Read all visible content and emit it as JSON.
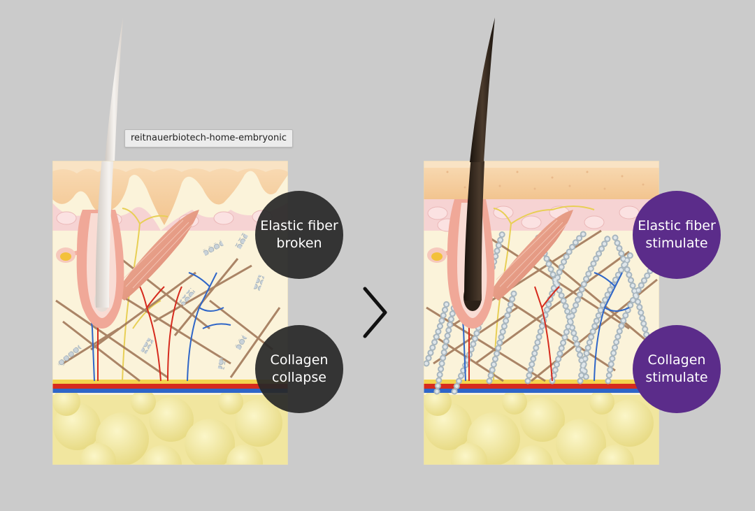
{
  "tooltip": {
    "text": "reitnauerbiotech-home-embryonic"
  },
  "before": {
    "elastic_line1": "Elastic fiber",
    "elastic_line2": "broken",
    "collagen_line1": "Collagen",
    "collagen_line2": "collapse"
  },
  "after": {
    "elastic_line1": "Elastic fiber",
    "elastic_line2": "stimulate",
    "collagen_line1": "Collagen",
    "collagen_line2": "stimulate"
  },
  "colors": {
    "background": "#cbcbcb",
    "badge_before": "#2a2a2a",
    "badge_after": "#5b2c8a",
    "epidermis": "#f7d2a8",
    "dermis": "#fbf3da",
    "fat": "#efe39a",
    "artery": "#d62b1e",
    "vein": "#2f66c8",
    "hair_before": "#e6e1dc",
    "hair_after": "#2b2118"
  },
  "icons": {
    "arrow": "chevron-right-icon"
  }
}
